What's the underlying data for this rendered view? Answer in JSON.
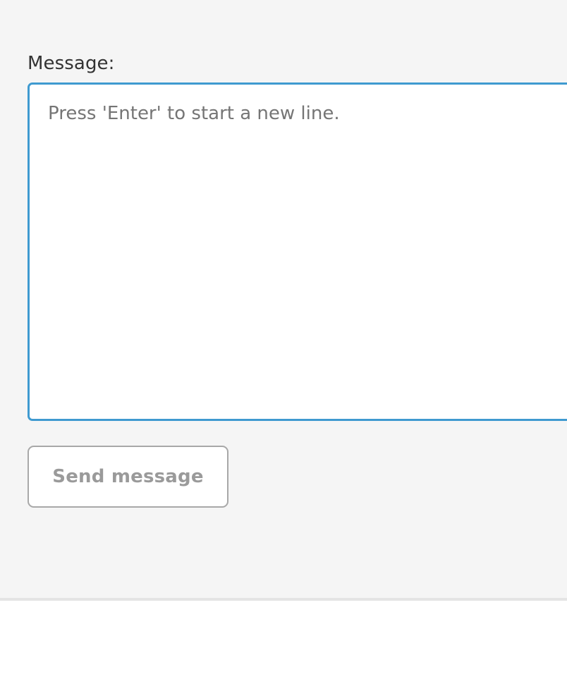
{
  "panel": {
    "background_color": "#f5f5f5",
    "divider_color": "#e4e4e4"
  },
  "composer": {
    "label": "Message:",
    "textarea": {
      "value": "",
      "placeholder": "Press 'Enter' to start a new line.",
      "focused": true,
      "focus_border_color": "#3f9ad0",
      "placeholder_color": "#757575"
    },
    "send_button": {
      "label": "Send message",
      "text_color": "#9a9a9a",
      "border_color": "#a8a8a8",
      "background_color": "#ffffff"
    }
  },
  "lower_area": {
    "background_color": "#ffffff"
  }
}
